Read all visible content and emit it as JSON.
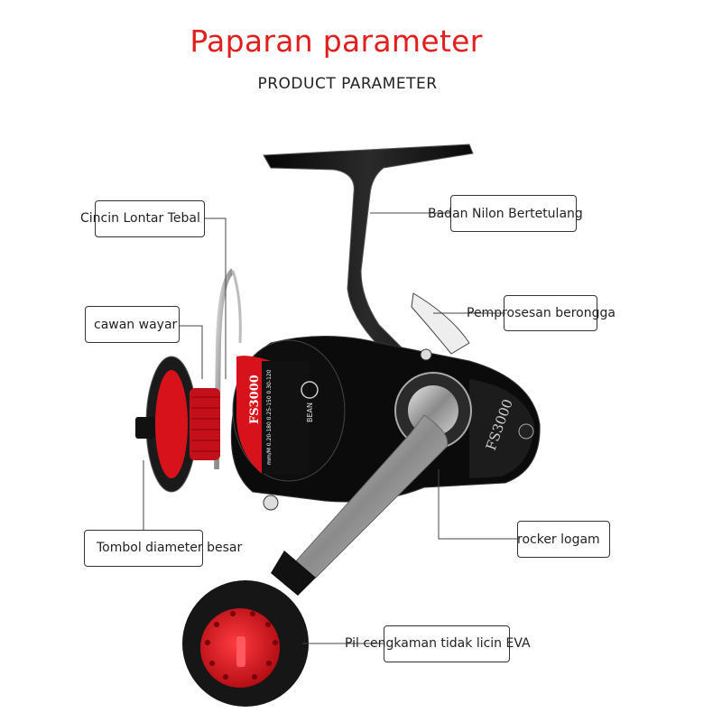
{
  "header": {
    "title": "Paparan parameter",
    "subtitle": "PRODUCT PARAMETER"
  },
  "callouts": [
    {
      "id": "ring",
      "label": "Cincin Lontar Tebal"
    },
    {
      "id": "body",
      "label": "Badan Nilon Bertetulang"
    },
    {
      "id": "hollow",
      "label": "Pemprosesan berongga"
    },
    {
      "id": "cup",
      "label": "cawan wayar"
    },
    {
      "id": "knob",
      "label": "Tombol diameter besar"
    },
    {
      "id": "rocker",
      "label": "rocker logam"
    },
    {
      "id": "grip",
      "label": "Pil cengkaman tidak licin EVA"
    }
  ],
  "product": {
    "model": "FS3000",
    "spool_text": "FS3000",
    "spec_text": "mm/M 0.20-180 0.25-150 0.30-120",
    "brand": "BEAN",
    "colors": {
      "accent": "#d8121a",
      "body": "#111111",
      "metal": "#9a9a9a"
    }
  }
}
